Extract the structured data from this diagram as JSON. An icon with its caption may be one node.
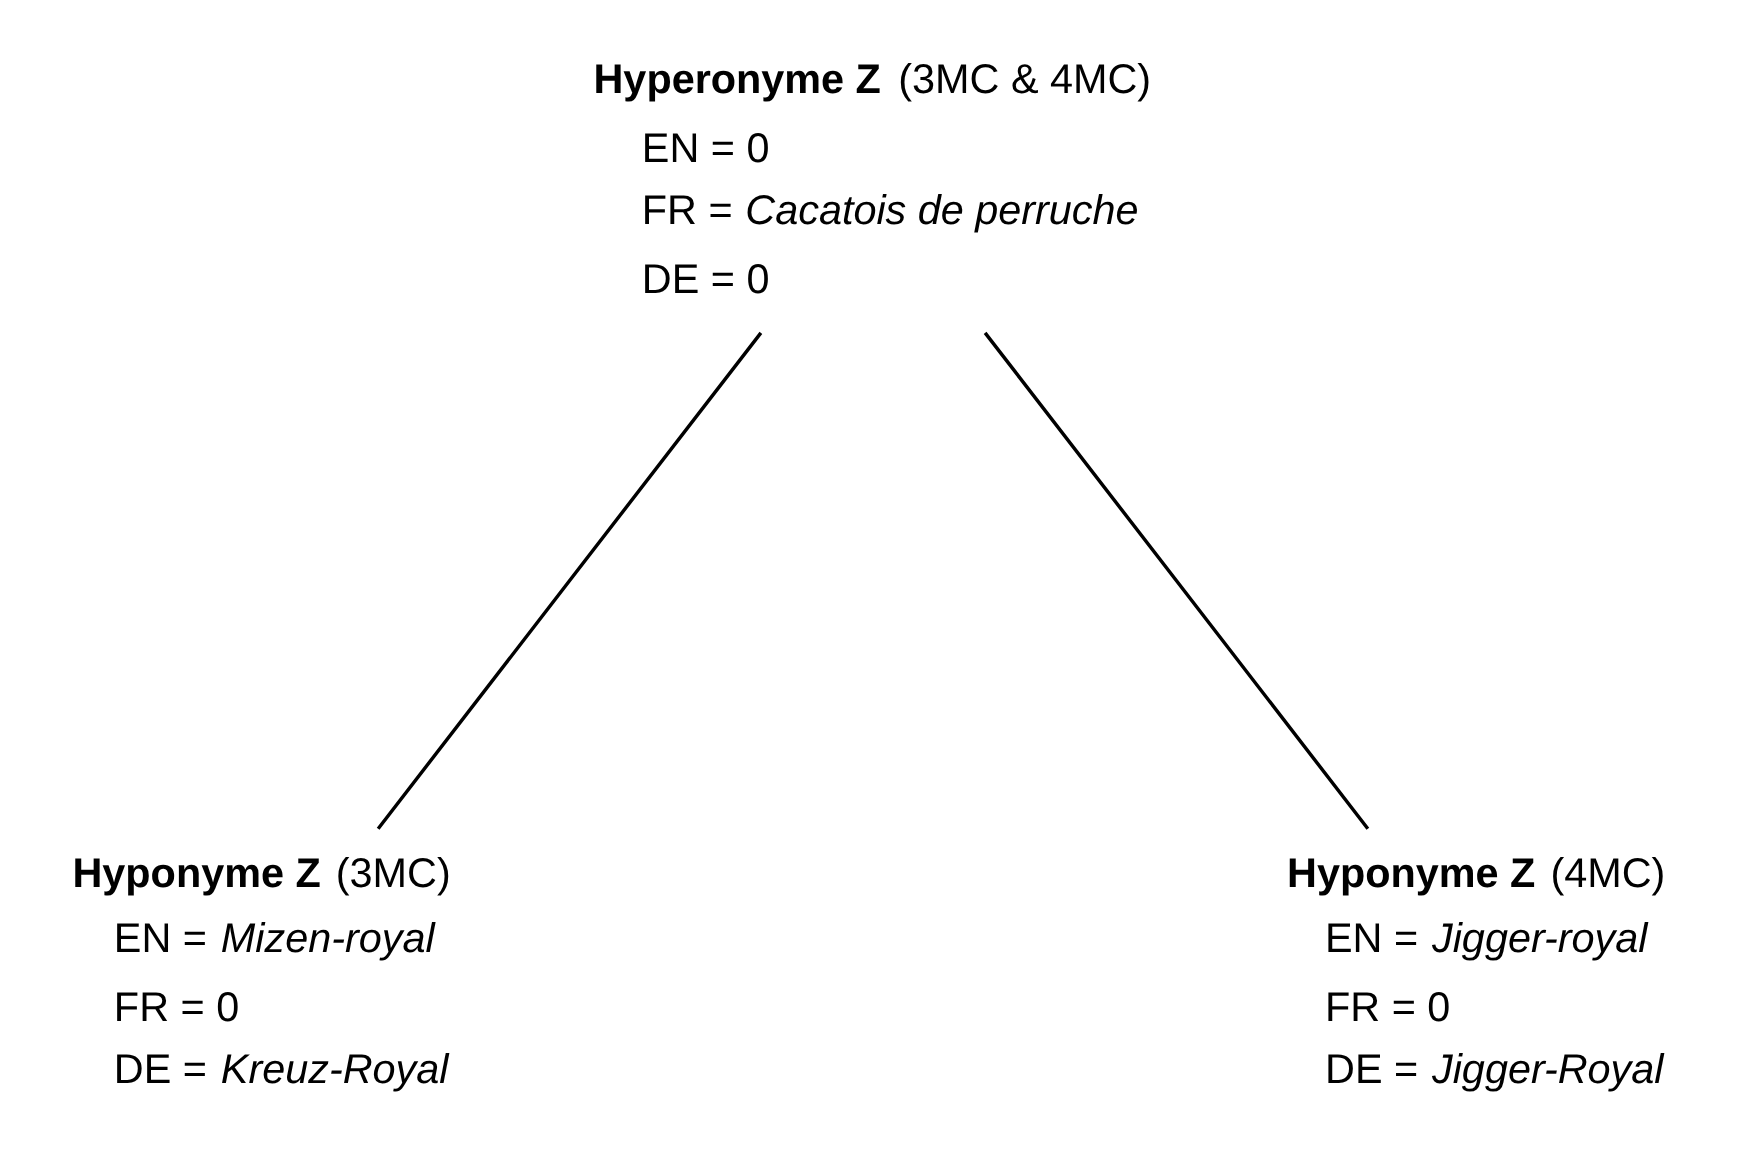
{
  "diagram": {
    "nodes": [
      {
        "text": [
          "**Hyperonyme Z** (3MC & 4MC)",
          "EN = 0",
          "FR = *Cacatois de perruche*",
          "DE = 0"
        ]
      },
      {
        "text": [
          "**Hyponyme Z** (3MC)",
          "EN = *Mizen-royal*",
          "FR = 0",
          "DE = *Kreuz-Royal*"
        ]
      },
      {
        "text": [
          "**Hyponyme Z** (4MC)",
          "EN = *Jigger-royal*",
          "FR = 0",
          "DE = *Jigger-Royal*"
        ]
      }
    ],
    "edges": [
      {
        "from": 0,
        "to": 1,
        "arrow": "none"
      },
      {
        "from": 0,
        "to": 2,
        "arrow": "none"
      }
    ]
  }
}
